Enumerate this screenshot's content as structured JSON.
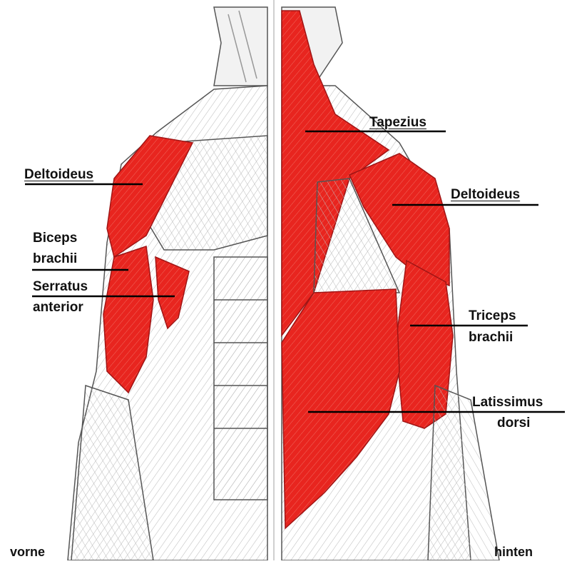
{
  "front": {
    "caption": "vorne",
    "labels": {
      "deltoideus": "Deltoideus",
      "biceps_line1": "Biceps",
      "biceps_line2": "brachii",
      "serratus_line1": "Serratus",
      "serratus_line2": "anterior"
    }
  },
  "back": {
    "caption": "hinten",
    "labels": {
      "trapezius": "Tapezius",
      "deltoideus": "Deltoideus",
      "triceps_line1": "Triceps",
      "triceps_line2": "brachii",
      "latissimus_line1": "Latissimus",
      "latissimus_line2": "dorsi"
    }
  },
  "colors": {
    "muscle_highlight": "#e8251f",
    "outline": "#555555",
    "background": "#ffffff",
    "divider": "#c8c8c8"
  }
}
